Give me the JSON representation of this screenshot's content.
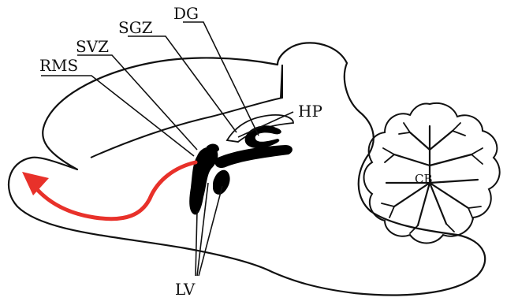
{
  "labels": {
    "dg": "DG",
    "sgz": "SGZ",
    "svz": "SVZ",
    "rms": "RMS",
    "hp": "HP",
    "cb": "CB",
    "lv": "LV"
  },
  "colors": {
    "outline": "#111111",
    "fill_dark": "#000000",
    "migration_arrow": "#e8312a",
    "background": "#ffffff"
  }
}
